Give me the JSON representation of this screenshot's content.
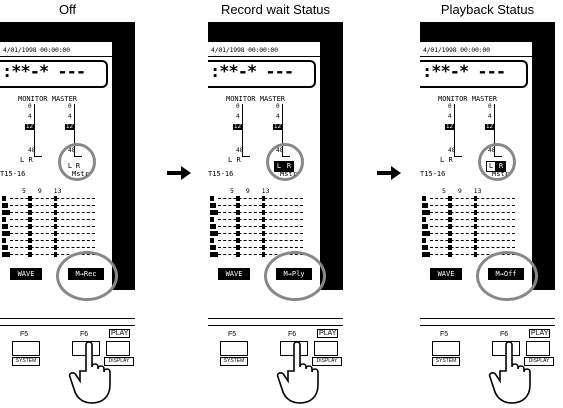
{
  "panels": [
    {
      "title": "Off",
      "datetime": "4/01/1998 00:00:00",
      "song_name": ":**-* ---",
      "monitor_label": "MONITOR",
      "master_label": "MASTER",
      "lr_left": "L",
      "lr_right": "R",
      "lr_style": "plain",
      "tracks_label": "T15-16",
      "master_short": "Mstr",
      "track_numbers": "5 9 13",
      "wave_button": "WAVE",
      "mode_button": "M→Rec",
      "key_f5": "F5",
      "key_f6": "F6",
      "key_play": "PLAY",
      "sub_system": "SYSTEM",
      "sub_display": "DISPLAY"
    },
    {
      "title": "Record wait Status",
      "datetime": "4/01/1998 00:00:00",
      "song_name": ":**-* ---",
      "monitor_label": "MONITOR",
      "master_label": "MASTER",
      "lr_left": "L",
      "lr_right": "R",
      "lr_style": "filled",
      "tracks_label": "T15-16",
      "master_short": "Mstr",
      "track_numbers": "5 9 13",
      "wave_button": "WAVE",
      "mode_button": "M→Ply",
      "key_f5": "F5",
      "key_f6": "F6",
      "key_play": "PLAY",
      "sub_system": "SYSTEM",
      "sub_display": "DISPLAY"
    },
    {
      "title": "Playback Status",
      "datetime": "4/01/1998 00:00:00",
      "song_name": ":**-* ---",
      "monitor_label": "MONITOR",
      "master_label": "MASTER",
      "lr_left": "L",
      "lr_right": "R",
      "lr_style": "outlined",
      "tracks_label": "T15-16",
      "master_short": "Mstr",
      "track_numbers": "5 9 13",
      "wave_button": "WAVE",
      "mode_button": "M→Off",
      "key_f5": "F5",
      "key_f6": "F6",
      "key_play": "PLAY",
      "sub_system": "SYSTEM",
      "sub_display": "DISPLAY"
    }
  ],
  "meter_ticks": [
    "0",
    "4",
    "12",
    "48"
  ],
  "arrow_icon": "arrow-right-icon",
  "hand_icon": "pointing-hand-icon",
  "colors": {
    "highlight_circle": "#888888",
    "lcd": "#000000"
  }
}
